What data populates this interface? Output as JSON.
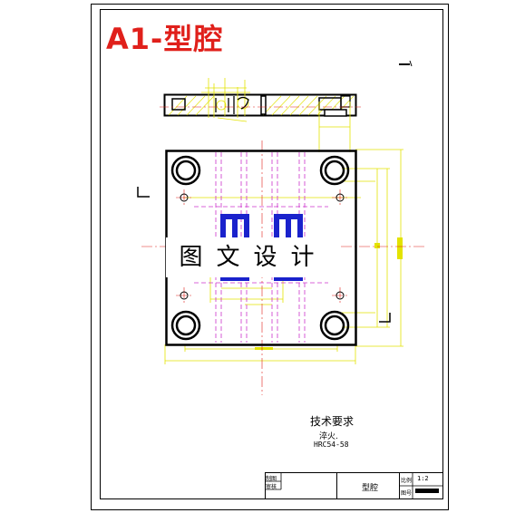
{
  "drawing": {
    "title": "A1-型腔",
    "watermark": "图文设计",
    "colors": {
      "title": "#e0201b",
      "outline": "#000000",
      "dimension": "#e3e300",
      "center_line": "#e0201b",
      "hidden_line": "#cc33cc",
      "cooling_channel": "#1a22cc"
    }
  },
  "technical_requirements": {
    "heading": "技术要求",
    "items": [
      "淬火.",
      "HRC54-58"
    ]
  },
  "title_block": {
    "part_name": "型腔",
    "scale": "1:2",
    "labels": {
      "drawn": "制图",
      "checked": "审核",
      "ratio": "比例",
      "drawing_no": "图号"
    }
  }
}
